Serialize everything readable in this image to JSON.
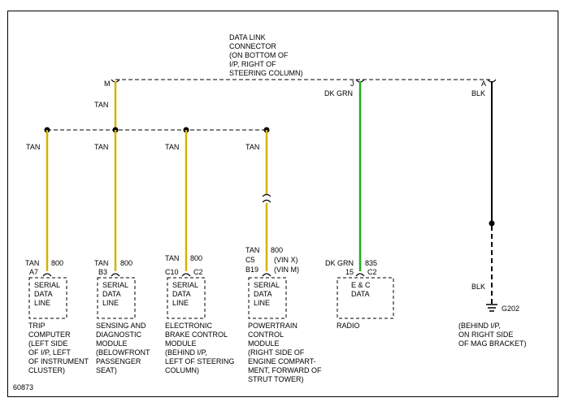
{
  "figure_id": "60873",
  "colors": {
    "tan": "#d6b200",
    "dk_grn": "#22aa22",
    "black": "#000000"
  },
  "dlc": {
    "title": [
      "DATA LINK",
      "CONNECTOR",
      "(ON BOTTOM OF",
      "I/P, RIGHT OF",
      "STEERING COLUMN)"
    ],
    "pins": [
      {
        "pin": "M",
        "color": "TAN"
      },
      {
        "pin": "J",
        "color": "DK GRN"
      },
      {
        "pin": "A",
        "color": "BLK"
      }
    ]
  },
  "branches": [
    "TAN",
    "TAN",
    "TAN",
    "TAN"
  ],
  "modules": [
    {
      "wire_color": "TAN",
      "circuit": "800",
      "terminal": "A7",
      "connector": "",
      "label": [
        "SERIAL",
        "DATA",
        "LINE"
      ],
      "desc": [
        "TRIP",
        "COMPUTER",
        "(LEFT SIDE",
        "OF I/P, LEFT",
        "OF INSTRUMENT",
        "CLUSTER)"
      ]
    },
    {
      "wire_color": "TAN",
      "circuit": "800",
      "terminal": "B3",
      "connector": "",
      "label": [
        "SERIAL",
        "DATA",
        "LINE"
      ],
      "desc": [
        "SENSING AND",
        "DIAGNOSTIC",
        "MODULE",
        "(BELOWFRONT",
        "PASSENGER",
        "SEAT)"
      ]
    },
    {
      "wire_color": "TAN",
      "circuit": "800",
      "terminal": "C10",
      "connector": "C2",
      "label": [
        "SERIAL",
        "DATA",
        "LINE"
      ],
      "desc": [
        "ELECTRONIC",
        "BRAKE CONTROL",
        "MODULE",
        "(BEHIND I/P,",
        "LEFT OF STEERING",
        "COLUMN)"
      ]
    },
    {
      "wire_color": "TAN",
      "circuit": "800",
      "terminal_lines": [
        [
          "C5",
          "(VIN X)"
        ],
        [
          "B19",
          "(VIN M)"
        ]
      ],
      "label": [
        "SERIAL",
        "DATA",
        "LINE"
      ],
      "desc": [
        "POWERTRAIN",
        "CONTROL",
        "MODULE",
        "(RIGHT SIDE OF",
        "ENGINE COMPART-",
        "MENT, FORWARD OF",
        "STRUT TOWER)"
      ]
    },
    {
      "wire_color": "DK GRN",
      "circuit": "835",
      "terminal": "15",
      "connector": "C2",
      "label": [
        "E & C",
        "DATA"
      ],
      "desc": [
        "RADIO"
      ]
    }
  ],
  "ground": {
    "wire_color": "BLK",
    "id": "G202",
    "desc": [
      "(BEHIND I/P,",
      "ON RIGHT SIDE",
      "OF MAG BRACKET)"
    ]
  }
}
